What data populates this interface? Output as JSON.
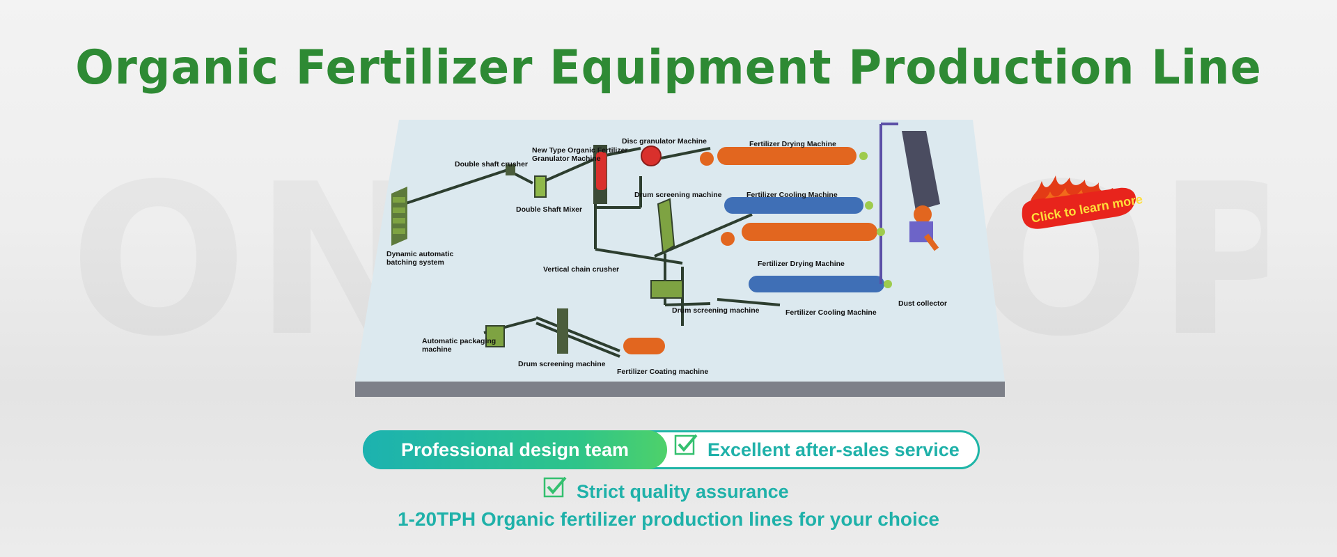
{
  "watermark": {
    "text": "ONE STOP SOLUTION GENERATE"
  },
  "title": "Organic Fertilizer Equipment Production Line",
  "diagram": {
    "labels": {
      "double_shaft_crusher": "Double shaft crusher",
      "new_type_granulator": "New Type Organic Fertilizer\nGranulator Machine",
      "disc_granulator": "Disc granulator Machine",
      "drying_1": "Fertilizer Drying Machine",
      "double_shaft_mixer": "Double Shaft Mixer",
      "drum_screening_1": "Drum screening machine",
      "cooling_1": "Fertilizer Cooling Machine",
      "batching": "Dynamic automatic\nbatching system",
      "vertical_chain_crusher": "Vertical chain crusher",
      "drying_2": "Fertilizer Drying Machine",
      "drum_screening_2": "Drum screening machine",
      "cooling_2": "Fertilizer Cooling Machine",
      "dust_collector": "Dust collector",
      "packaging": "Automatic packaging\nmachine",
      "drum_screening_3": "Drum screening machine",
      "coating": "Fertilizer Coating machine"
    },
    "colors": {
      "board": "#dce9ef",
      "board_edge": "#7d8089",
      "conveyor": "#2d3e2f",
      "dryer": "#e2661f",
      "cooler": "#3f6fb6",
      "machine_green": "#8fb84a",
      "granulator_red": "#d9302c"
    }
  },
  "cta": {
    "label": "Click to learn more",
    "icon": "flame-icon"
  },
  "features": {
    "pill_left": "Professional design team",
    "pill_right": "Excellent after-sales service",
    "quality": "Strict quality assurance",
    "capacity": "1-20TPH  Organic fertilizer production lines for your choice"
  },
  "colors": {
    "title_green": "#2e8a34",
    "accent_teal": "#1fb1a9"
  }
}
